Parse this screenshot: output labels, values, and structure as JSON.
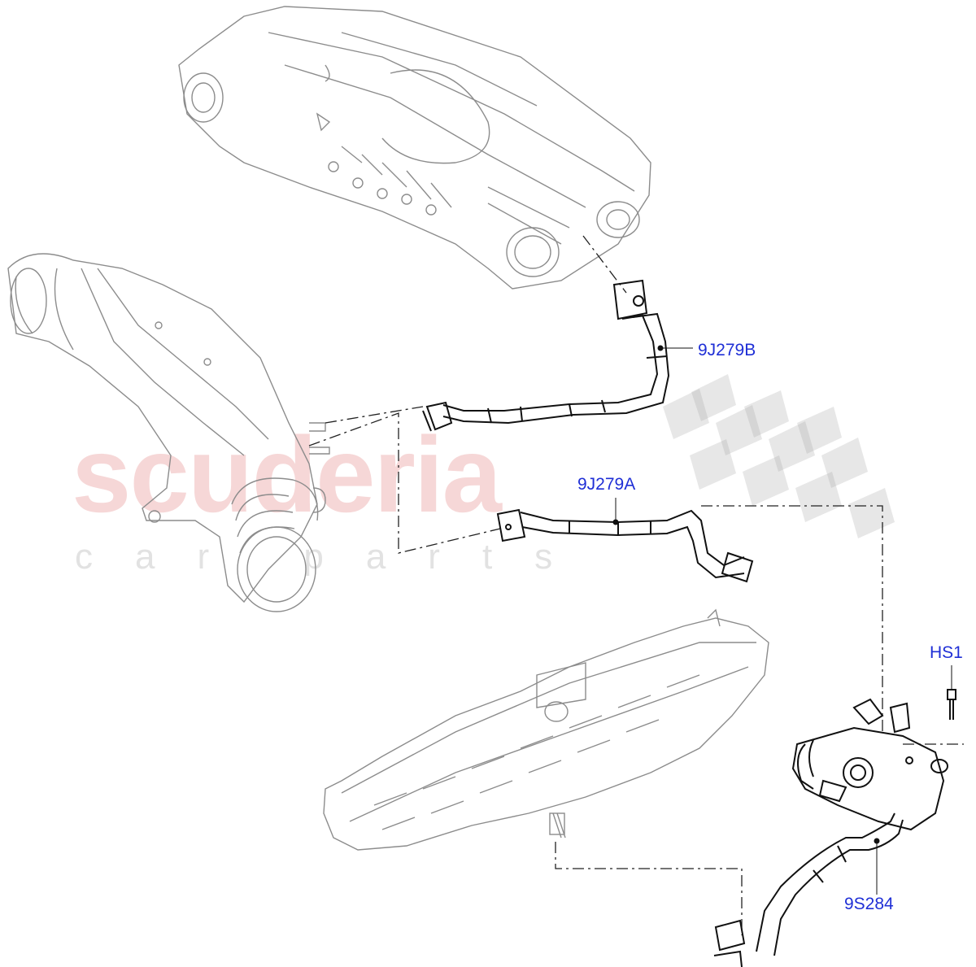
{
  "watermark": {
    "brand": "scuderia",
    "tagline": "car parts"
  },
  "callouts": [
    {
      "id": "9J279B",
      "label": "9J279B"
    },
    {
      "id": "9J279A",
      "label": "9J279A"
    },
    {
      "id": "HS1",
      "label": "HS1"
    },
    {
      "id": "9S284",
      "label": "9S284"
    }
  ],
  "colors": {
    "callout_text": "#1f2fd6",
    "line_art": "#222222",
    "ghost_parts": "#8c8c8c",
    "watermark_red": "#e89696",
    "watermark_grey": "#bebebe"
  }
}
